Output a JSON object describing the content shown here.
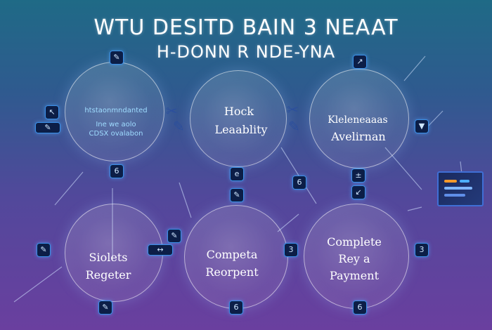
{
  "title": {
    "line1": "WTU DESITD BAIN 3 NEAAT",
    "line2": "H-DONN R NDE-YNA"
  },
  "nodes": [
    {
      "id": "top-left",
      "lines": [
        "htstaonmndanted",
        "Ine we aolo",
        "CDSX ovalabon"
      ]
    },
    {
      "id": "top-middle",
      "lines": [
        "Hock",
        "Leaablity"
      ]
    },
    {
      "id": "top-right",
      "lines": [
        "Kleleneaaas",
        "Avelirnan"
      ]
    },
    {
      "id": "bottom-left",
      "lines": [
        "Siolets",
        "Regeter"
      ]
    },
    {
      "id": "bottom-middle",
      "lines": [
        "Competa",
        "Reorpent"
      ]
    },
    {
      "id": "bottom-right",
      "lines": [
        "Complete",
        "Rey a",
        "Payment"
      ]
    }
  ],
  "markers": [
    "6",
    "e",
    "6",
    "±",
    "3",
    "3",
    "6",
    "6"
  ],
  "colors": {
    "background_top": "#1f6a86",
    "background_bottom": "#6a3f9f",
    "chip_fill": "#0c1e47",
    "chip_border": "#3a8fe8"
  },
  "icons": [
    "pencil-icon",
    "arrow-icon",
    "wrench-icon",
    "screen-icon"
  ]
}
